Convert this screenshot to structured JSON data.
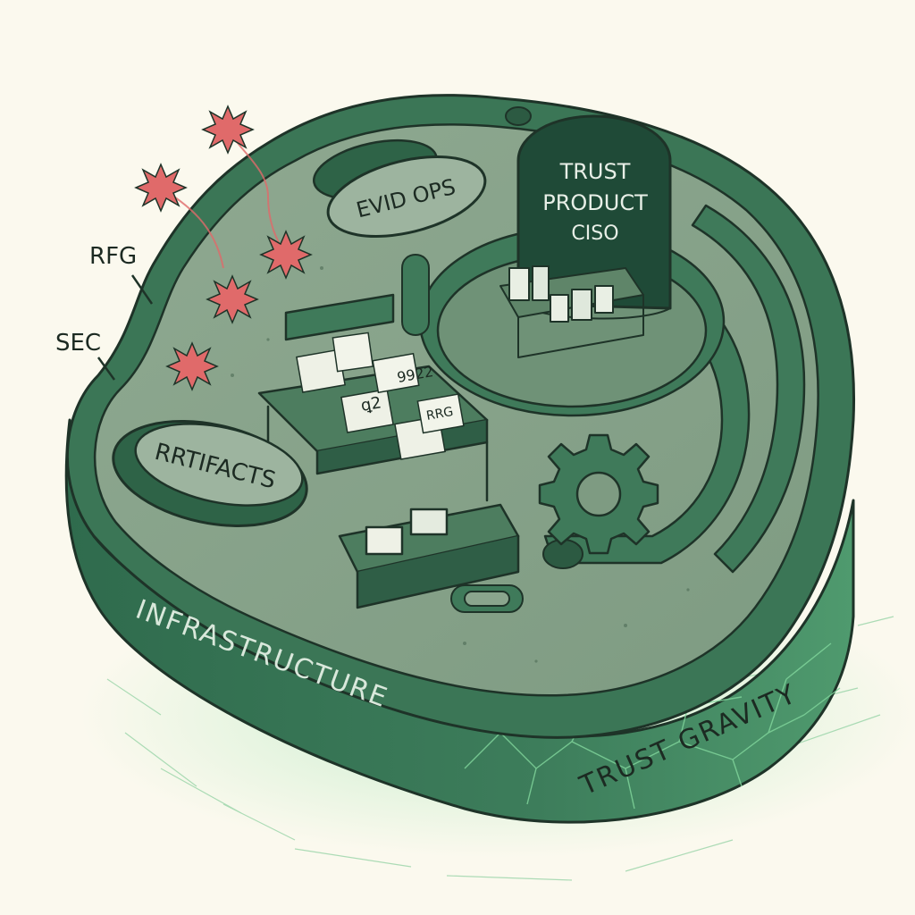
{
  "labels": {
    "evid_ops": "EVID OPS",
    "trust": "TRUST",
    "product": "PRODUCT",
    "ciso": "CISO",
    "rfg": "RFG",
    "sec": "SEC",
    "artifacts": "RRTIFACTS",
    "infrastructure": "INFRASTRUCTURE",
    "trust_gravity": "TRUST GRAVITY",
    "doc_9922": "9922",
    "doc_rrg": "RRG",
    "doc_squiggle": "ꝗ2"
  },
  "colors": {
    "background": "#fbf9ee",
    "cell_wall_dark": "#2f6b4d",
    "cell_wall_mid": "#3d7d5b",
    "cytoplasm": "#8aa58d",
    "nucleus_dark": "#1f4a37",
    "threat_red": "#e06a6a",
    "glow_green": "#9fe6b4"
  },
  "icons": [
    "virus-icon",
    "gear-icon",
    "document-icon",
    "shelf-icon"
  ]
}
